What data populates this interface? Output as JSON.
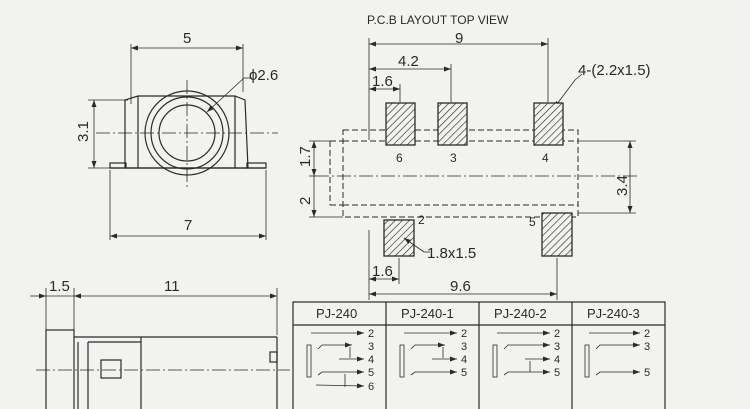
{
  "top_view": {
    "dim_width": "5",
    "dim_diameter": "ϕ2.6",
    "dim_height": "3.1",
    "dim_base": "7"
  },
  "side_view": {
    "dim_front": "1.5",
    "dim_length": "11"
  },
  "pcb": {
    "title": "P.C.B LAYOUT  TOP VIEW",
    "dim_total": "9",
    "dim_42": "4.2",
    "dim_16_top": "1.6",
    "pad_note": "4-(2.2x1.5)",
    "dim_17": "1.7",
    "dim_2": "2",
    "dim_34": "3.4",
    "pad_note_2": "1.8x1.5",
    "dim_16_bottom": "1.6",
    "dim_96": "9.6",
    "pin_labels": [
      "6",
      "3",
      "4",
      "2",
      "5"
    ]
  },
  "table": {
    "headers": [
      "PJ-240",
      "PJ-240-1",
      "PJ-240-2",
      "PJ-240-3"
    ],
    "col1_pins": [
      "2",
      "3",
      "4",
      "5",
      "6"
    ],
    "col2_pins": [
      "2",
      "3",
      "4",
      "5"
    ],
    "col3_pins": [
      "2",
      "3",
      "4",
      "5"
    ],
    "col4_pins": [
      "2",
      "3",
      "5"
    ]
  }
}
